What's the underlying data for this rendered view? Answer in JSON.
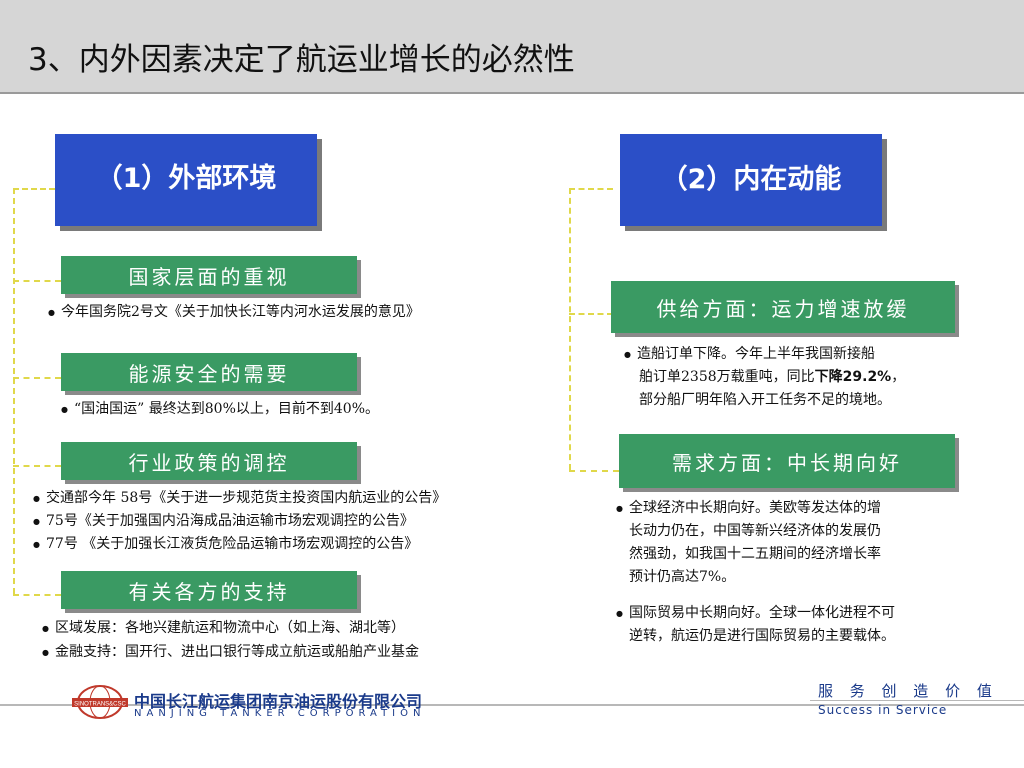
{
  "title": "3、内外因素决定了航运业增长的必然性",
  "left": {
    "heading": "（1）外部环境",
    "sections": [
      {
        "label": "国家层面的重视",
        "items": [
          "今年国务院2号文《关于加快长江等内河水运发展的意见》"
        ]
      },
      {
        "label": "能源安全的需要",
        "items": [
          "“国油国运” 最终达到80%以上，目前不到40%。"
        ]
      },
      {
        "label": "行业政策的调控",
        "items": [
          "交通部今年 58号《关于进一步规范货主投资国内航运业的公告》",
          "75号《关于加强国内沿海成品油运输市场宏观调控的公告》",
          "77号 《关于加强长江液货危险品运输市场宏观调控的公告》"
        ]
      },
      {
        "label": "有关各方的支持",
        "items": [
          "区域发展：各地兴建航运和物流中心（如上海、湖北等）",
          "金融支持：国开行、进出口银行等成立航运或船舶产业基金"
        ]
      }
    ]
  },
  "right": {
    "heading": "（2）内在动能",
    "supply": {
      "label": "供给方面：运力增速放缓",
      "line1": "造船订单下降。今年上半年我国新接船",
      "line2a": "舶订单2358万载重吨，同比",
      "line2b": "下降29.2%",
      "line2c": "，",
      "line3": "部分船厂明年陷入开工任务不足的境地。"
    },
    "demand": {
      "label": "需求方面：中长期向好",
      "item1": [
        "全球经济中长期向好。美欧等发达体的增",
        "长动力仍在，中国等新兴经济体的发展仍",
        "然强劲，如我国十二五期间的经济增长率",
        "预计仍高达7%。"
      ],
      "item2": [
        "国际贸易中长期向好。全球一体化进程不可",
        "逆转，航运仍是进行国际贸易的主要载体。"
      ]
    }
  },
  "footer": {
    "logo_text": "SINOTRANS&CSC",
    "company_cn": "中国长江航运集团南京油运股份有限公司",
    "company_en": "NANJING TANKER CORPORATION",
    "slogan_cn": "服 务 创 造 价 值",
    "slogan_en": "Success in Service"
  },
  "colors": {
    "heading_box": "#2b4fc7",
    "label_box": "#3a9a63",
    "connector": "#e0d84a",
    "brand": "#1a3a8a"
  }
}
